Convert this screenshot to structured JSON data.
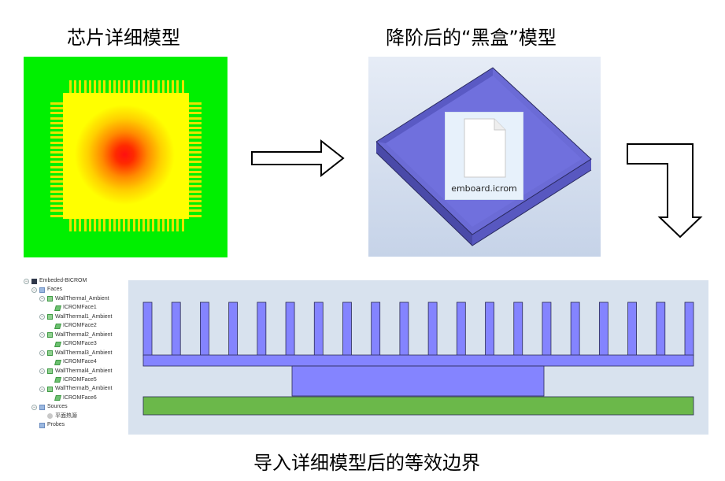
{
  "titles": {
    "chip": "芯片详细模型",
    "blackbox": "降阶后的“黑盒”模型",
    "bottom": "导入详细模型后的等效边界"
  },
  "file": {
    "name": "emboard.icrom"
  },
  "tree": {
    "root": "Embeded-BICROM",
    "faces": "Faces",
    "walls": [
      {
        "name": "WallThermal_Ambient",
        "face": "ICROMFace1"
      },
      {
        "name": "WallThermal1_Ambient",
        "face": "ICROMFace2"
      },
      {
        "name": "WallThermal2_Ambient",
        "face": "ICROMFace3"
      },
      {
        "name": "WallThermal3_Ambient",
        "face": "ICROMFace4"
      },
      {
        "name": "WallThermal4_Ambient",
        "face": "ICROMFace5"
      },
      {
        "name": "WallThermal5_Ambient",
        "face": "ICROMFace6"
      }
    ],
    "sources": "Sources",
    "source_item": "平面热源",
    "probes": "Probes"
  },
  "colors": {
    "board_green": "#00f000",
    "chip_yellow": "#ffff00",
    "hotspot_red": "#ff1010",
    "blackbox_blue": "#6b6bd6",
    "heatsink_blue": "#8484ff",
    "pcb_green": "#6bb84a"
  }
}
